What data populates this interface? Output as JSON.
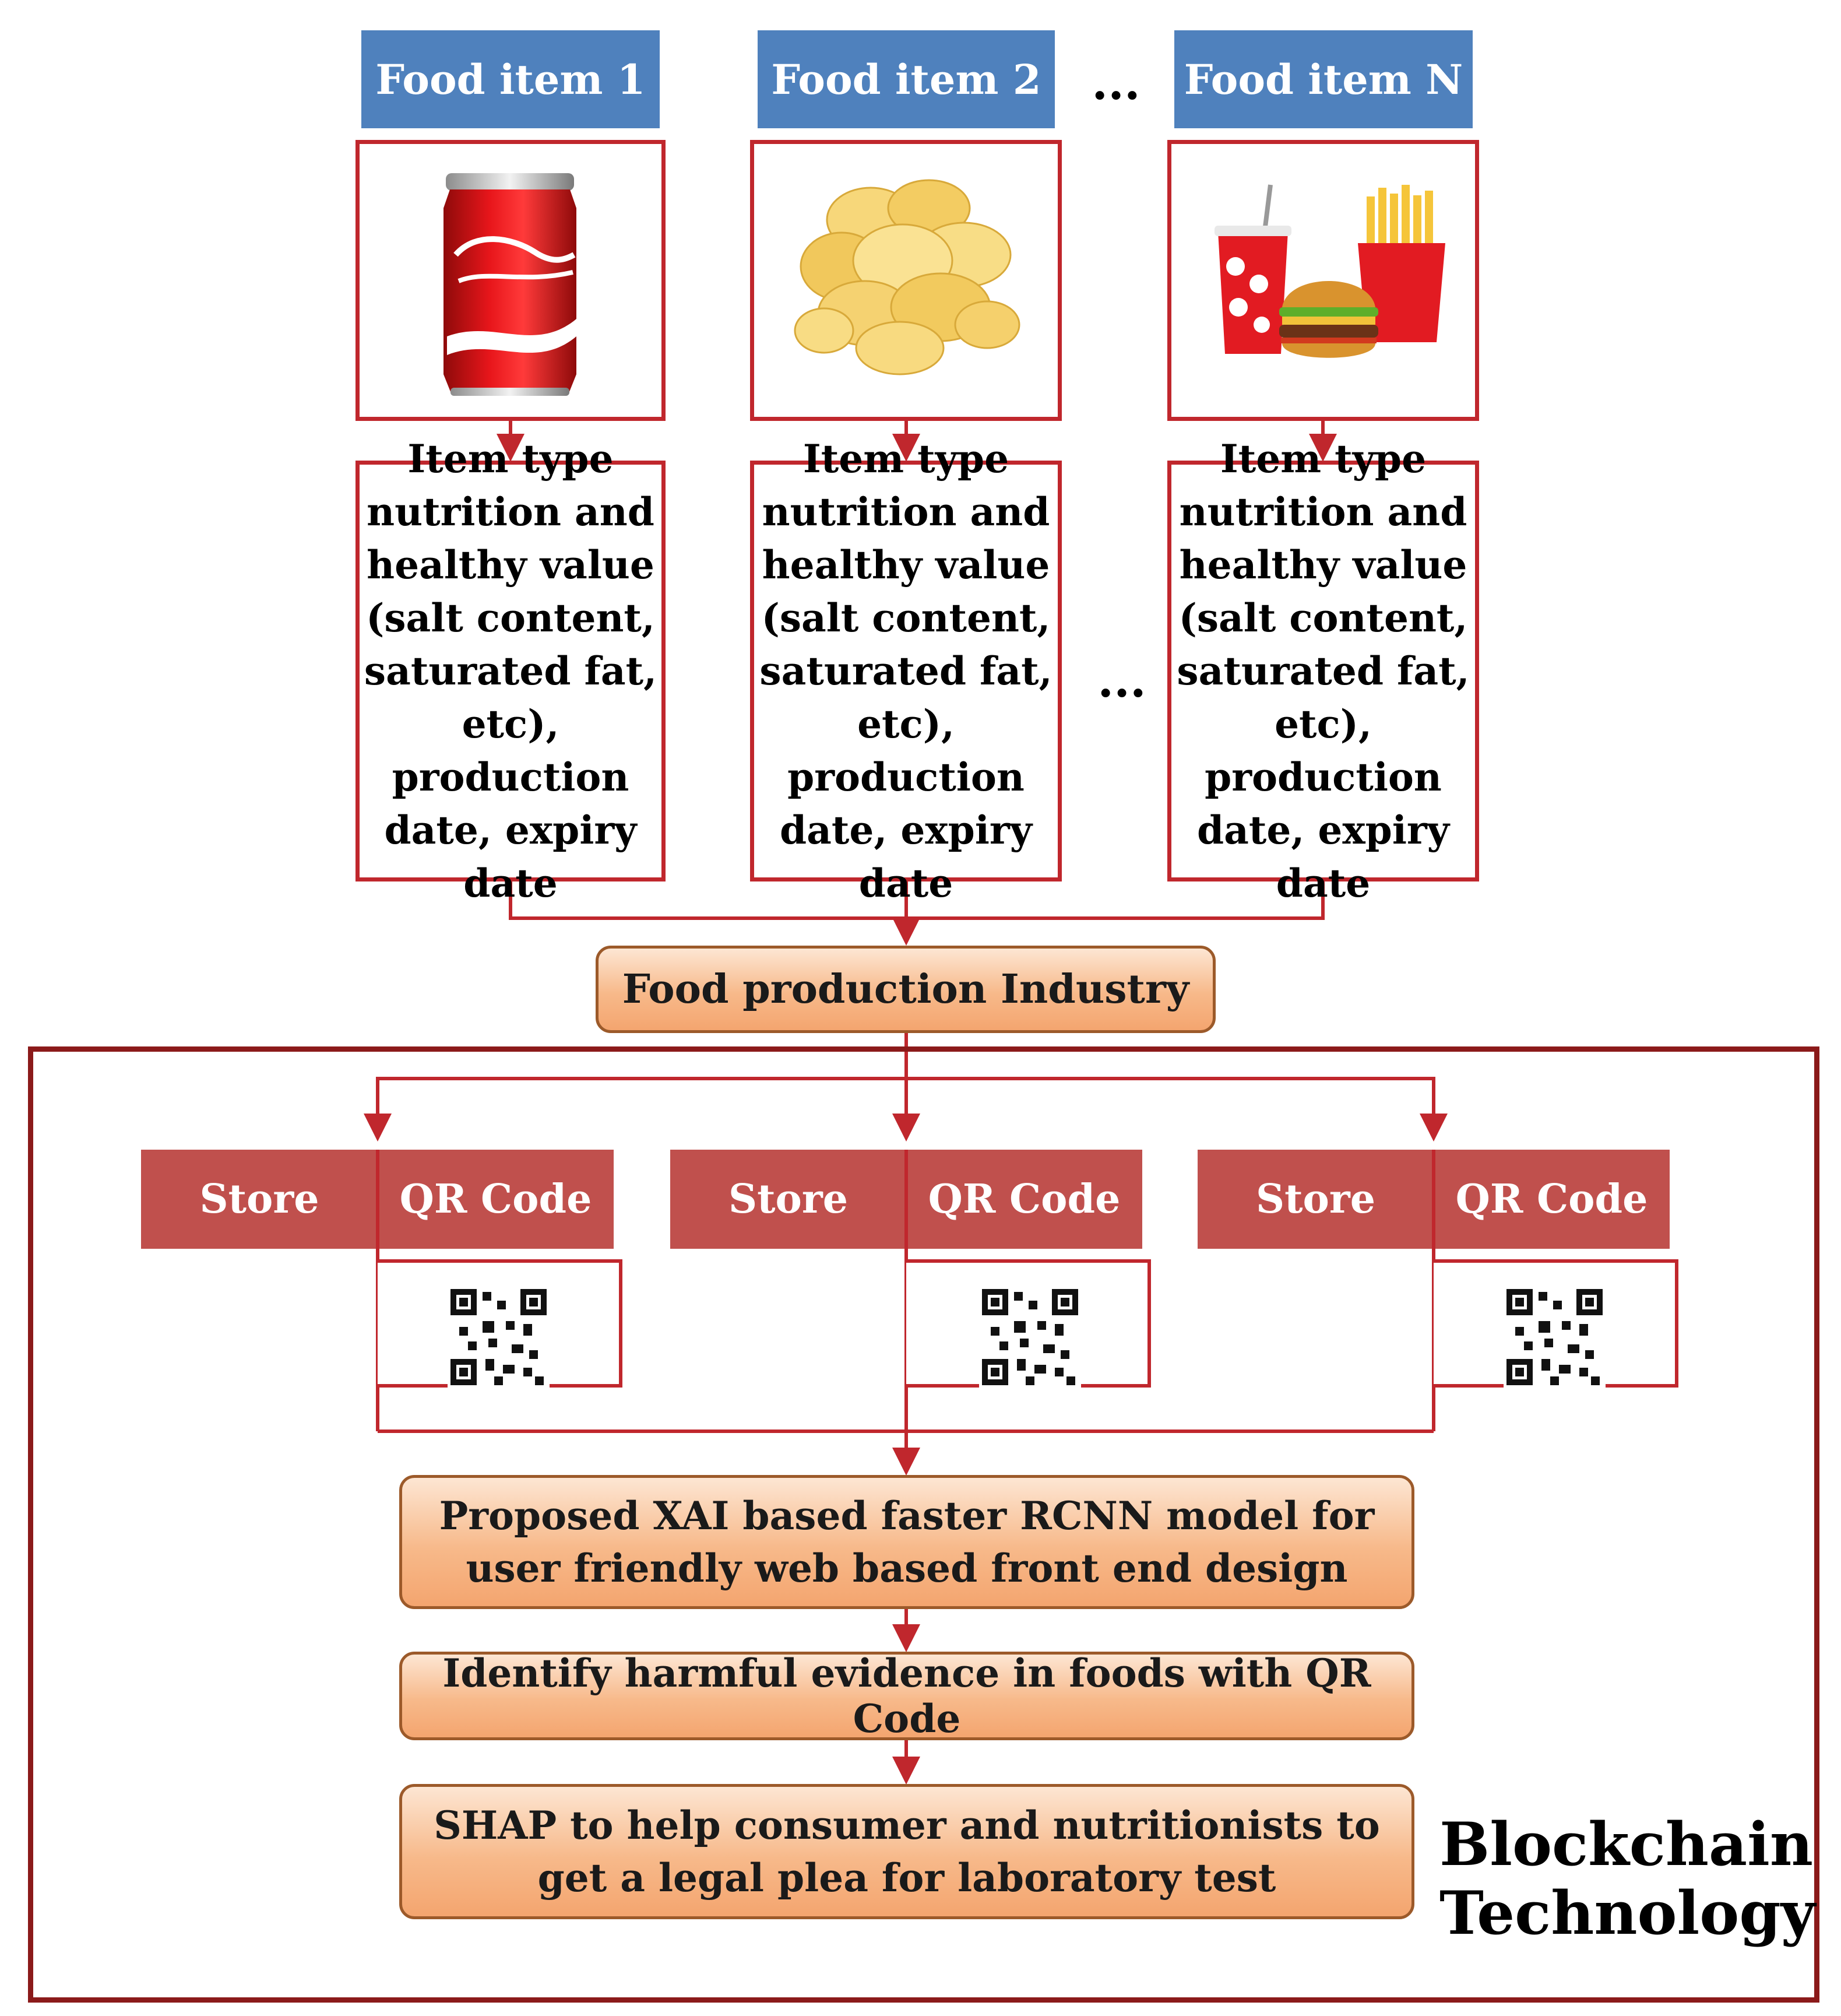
{
  "food_items": [
    {
      "label": "Food item 1",
      "image": "cola-can-icon",
      "description": "Item type nutrition and healthy value (salt content, saturated fat, etc), production date, expiry date"
    },
    {
      "label": "Food item 2",
      "image": "potato-chips-icon",
      "description": "Item type nutrition and healthy value (salt content, saturated fat, etc), production date, expiry date"
    },
    {
      "label": "Food item N",
      "image": "fast-food-icon",
      "description": "Item type nutrition and healthy value (salt content, saturated fat, etc), production date, expiry date"
    }
  ],
  "ellipsis": "...",
  "industry": "Food production Industry",
  "stores": [
    {
      "store_label": "Store",
      "qr_label": "QR Code"
    },
    {
      "store_label": "Store",
      "qr_label": "QR Code"
    },
    {
      "store_label": "Store",
      "qr_label": "QR Code"
    }
  ],
  "steps": [
    "Proposed XAI based faster RCNN model for user friendly web based front end design",
    "Identify harmful evidence in foods with QR Code",
    "SHAP to help consumer and nutritionists to get a legal plea for laboratory test"
  ],
  "blockchain_label": {
    "line1": "Blockchain",
    "line2": "Technology"
  },
  "colors": {
    "header_blue": "#4f81bd",
    "flow_red": "#c0272d",
    "frame_red": "#8b1a1a",
    "store_red": "#c0504d",
    "orange_fill": "#f7b98a"
  }
}
